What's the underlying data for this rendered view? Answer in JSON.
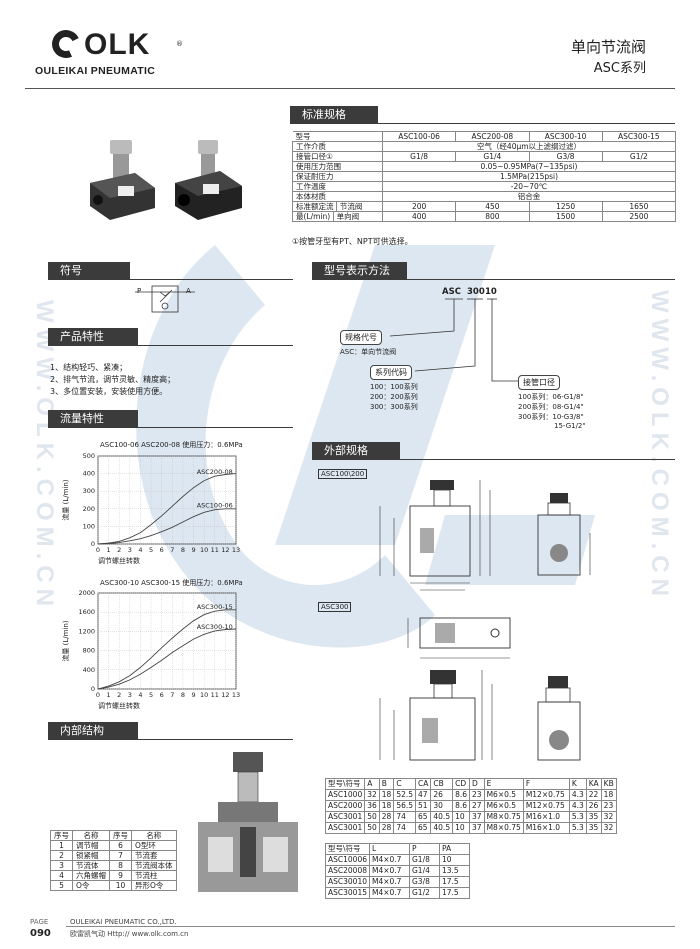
{
  "brand": {
    "name": "OLK",
    "reg": "®",
    "sub": "OULEIKAI PNEUMATIC"
  },
  "title": {
    "line1": "单向节流阀",
    "line2": "ASC系列"
  },
  "watermark": {
    "left": "WWW.OLK.COM.CN",
    "right": "WWW.OLK.COM.CN"
  },
  "sections": {
    "spec": "标准规格",
    "symbol": "符号",
    "model": "型号表示方法",
    "features": "产品特性",
    "flow": "流量特性",
    "external": "外部规格",
    "internal": "内部结构"
  },
  "spec_table": {
    "header": [
      "型号",
      "ASC100-06",
      "ASC200-08",
      "ASC300-10",
      "ASC300-15"
    ],
    "rows": {
      "medium": [
        "工作介质",
        "空气（经40μm以上滤纲过滤）"
      ],
      "port": [
        "接管口径①",
        "G1/8",
        "G1/4",
        "G3/8",
        "G1/2"
      ],
      "pressure": [
        "使用压力范围",
        "0.05~0.95MPa(7~135psi)"
      ],
      "proof": [
        "保证耐压力",
        "1.5MPa(215psi)"
      ],
      "temp": [
        "工作温度",
        "-20~70℃"
      ],
      "body": [
        "本体材质",
        "铝合金"
      ],
      "flow_throttle": [
        "标准额定流",
        "节流阀",
        "200",
        "450",
        "1250",
        "1650"
      ],
      "flow_check": [
        "最(L/min)",
        "单向阀",
        "400",
        "800",
        "1500",
        "2500"
      ]
    },
    "note": "①按管牙型有PT、NPT可供选择。"
  },
  "symbol": {
    "p": "P",
    "a": "A"
  },
  "model_code": {
    "prefix": "ASC",
    "series": "300",
    "port": "10",
    "code_label": "规格代号",
    "code_desc": "ASC：单向节流阀",
    "series_label": "系列代码",
    "series_items": [
      "100：100系列",
      "200：200系列",
      "300：300系列"
    ],
    "port_label": "接管口径",
    "port_items": [
      "100系列：06-G1/8\"",
      "200系列：08-G1/4\"",
      "300系列：10-G3/8\"",
      "15-G1/2\""
    ]
  },
  "features": [
    "1、结构轻巧、紧凑；",
    "2、排气节流，调节灵敏、精度高；",
    "3、多位置安装，安装使用方便。"
  ],
  "chart_data": [
    {
      "type": "line",
      "title": "ASC100-06   ASC200-08   使用压力：0.6MPa",
      "ylabel": "流量 (L/min)",
      "xlabel": "调节螺丝转数",
      "x": [
        0,
        1,
        2,
        3,
        4,
        5,
        6,
        7,
        8,
        9,
        10,
        11,
        12,
        13
      ],
      "ylim": [
        0,
        500
      ],
      "yticks": [
        0,
        100,
        200,
        300,
        400,
        500
      ],
      "series": [
        {
          "name": "ASC200-08",
          "values": [
            0,
            5,
            15,
            35,
            65,
            110,
            160,
            215,
            270,
            320,
            360,
            385,
            395,
            400
          ]
        },
        {
          "name": "ASC100-06",
          "values": [
            0,
            3,
            8,
            18,
            30,
            48,
            70,
            95,
            125,
            155,
            180,
            195,
            200,
            200
          ]
        }
      ]
    },
    {
      "type": "line",
      "title": "ASC300-10   ASC300-15   使用压力：0.6MPa",
      "ylabel": "流量 (L/min)",
      "xlabel": "调节螺丝转数",
      "x": [
        0,
        1,
        2,
        3,
        4,
        5,
        6,
        7,
        8,
        9,
        10,
        11,
        12,
        13
      ],
      "ylim": [
        0,
        2000
      ],
      "yticks": [
        0,
        400,
        800,
        1200,
        1600,
        2000
      ],
      "series": [
        {
          "name": "ASC300-15",
          "values": [
            0,
            60,
            150,
            280,
            450,
            650,
            860,
            1060,
            1250,
            1420,
            1550,
            1620,
            1650,
            1650
          ]
        },
        {
          "name": "ASC300-10",
          "values": [
            0,
            40,
            100,
            190,
            310,
            450,
            600,
            760,
            900,
            1040,
            1140,
            1210,
            1240,
            1250
          ]
        }
      ]
    }
  ],
  "ext_labels": {
    "asc100": "ASC100\\200",
    "asc300": "ASC300"
  },
  "dim_table": {
    "header": [
      "型号\\符号",
      "A",
      "B",
      "C",
      "CA",
      "CB",
      "CD",
      "D",
      "E",
      "F",
      "K",
      "KA",
      "KB"
    ],
    "rows": [
      [
        "ASC1000",
        "32",
        "18",
        "52.5",
        "47",
        "26",
        "8.6",
        "23",
        "M6×0.5",
        "M12×0.75",
        "4.3",
        "22",
        "18"
      ],
      [
        "ASC2000",
        "36",
        "18",
        "56.5",
        "51",
        "30",
        "8.6",
        "27",
        "M6×0.5",
        "M12×0.75",
        "4.3",
        "26",
        "23"
      ],
      [
        "ASC3001",
        "50",
        "28",
        "74",
        "65",
        "40.5",
        "10",
        "37",
        "M8×0.75",
        "M16×1.0",
        "5.3",
        "35",
        "32"
      ],
      [
        "ASC3001",
        "50",
        "28",
        "74",
        "65",
        "40.5",
        "10",
        "37",
        "M8×0.75",
        "M16×1.0",
        "5.3",
        "35",
        "32"
      ]
    ]
  },
  "port_table": {
    "header": [
      "型号\\符号",
      "L",
      "P",
      "PA"
    ],
    "rows": [
      [
        "ASC10006",
        "M4×0.7",
        "G1/8",
        "10"
      ],
      [
        "ASC20008",
        "M4×0.7",
        "G1/4",
        "13.5"
      ],
      [
        "ASC30010",
        "M4×0.7",
        "G3/8",
        "17.5"
      ],
      [
        "ASC30015",
        "M4×0.7",
        "G1/2",
        "17.5"
      ]
    ]
  },
  "parts_table": {
    "header": [
      "序号",
      "名称",
      "序号",
      "名称"
    ],
    "rows": [
      [
        "1",
        "调节帽",
        "6",
        "O型环"
      ],
      [
        "2",
        "锁紧帽",
        "7",
        "节流套"
      ],
      [
        "3",
        "节流体",
        "8",
        "节流阀本体"
      ],
      [
        "4",
        "六角螺帽",
        "9",
        "节流柱"
      ],
      [
        "5",
        "O令",
        "10",
        "异形O令"
      ]
    ]
  },
  "footer": {
    "page_label": "PAGE",
    "page_num": "090",
    "company": "OULEIKAI PNEUMATIC CO.,LTD.",
    "url": "欧雷凯气动  Http:// www.olk.com.cn"
  },
  "colors": {
    "section_bg": "#3b3b3b",
    "watermark": "#d6e2ee",
    "product_body": "#3a3a3a"
  }
}
